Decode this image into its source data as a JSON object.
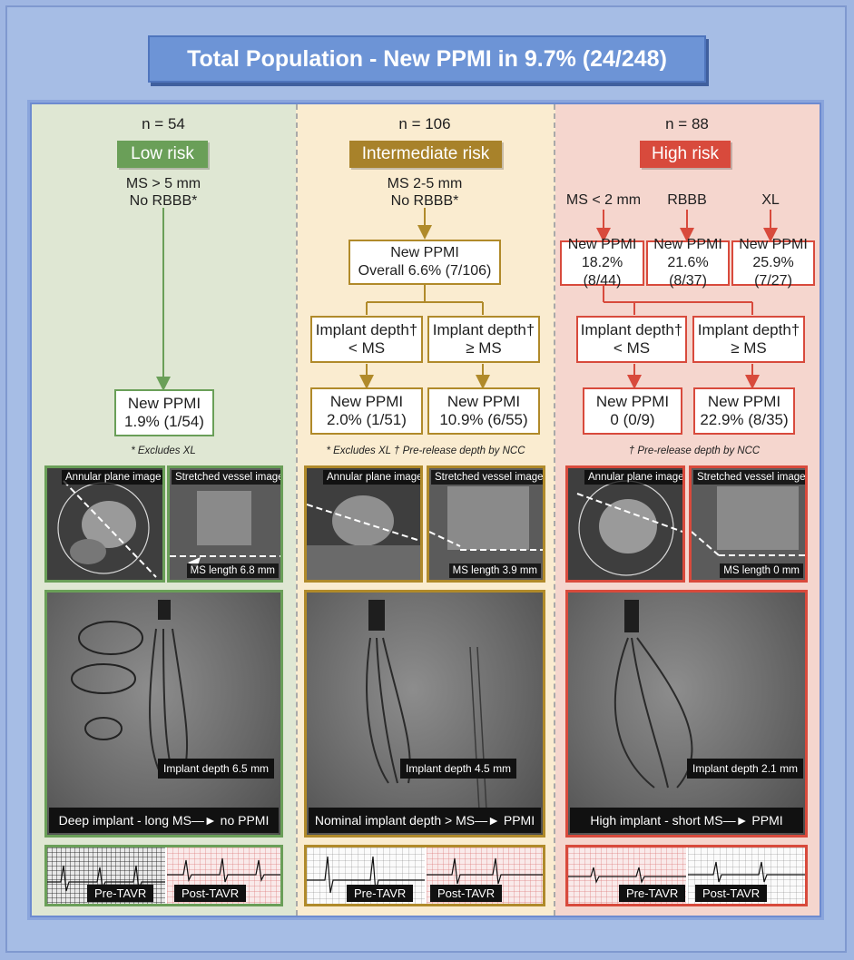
{
  "title": "Total Population - New PPMI in 9.7% (24/248)",
  "colors": {
    "low": "#6a9f58",
    "intermediate": "#b08a2a",
    "high": "#d84a3c"
  },
  "low": {
    "n": "n = 54",
    "risk": "Low risk",
    "criteria_1": "MS > 5 mm",
    "criteria_2": "No RBBB*",
    "result_1": "New PPMI",
    "result_2": "1.9% (1/54)",
    "note": "* Excludes XL",
    "ct_left": "Annular plane image",
    "ct_right": "Stretched vessel image",
    "ms_length": "MS length 6.8 mm",
    "implant_depth": "Implant depth 6.5 mm",
    "caption": "Deep implant - long MS—► no PPMI",
    "pre": "Pre-TAVR",
    "post": "Post-TAVR"
  },
  "intermediate": {
    "n": "n = 106",
    "risk": "Intermediate risk",
    "criteria_1": "MS 2-5 mm",
    "criteria_2": "No RBBB*",
    "overall_1": "New PPMI",
    "overall_2": "Overall 6.6% (7/106)",
    "split_left_1": "Implant depth†",
    "split_left_2": "< MS",
    "split_right_1": "Implant depth†",
    "split_right_2": "≥ MS",
    "result_left_1": "New PPMI",
    "result_left_2": "2.0% (1/51)",
    "result_right_1": "New PPMI",
    "result_right_2": "10.9% (6/55)",
    "note": "* Excludes XL   † Pre-release depth by NCC",
    "ct_left": "Annular plane image",
    "ct_right": "Stretched vessel image",
    "ms_length": "MS length 3.9 mm",
    "implant_depth": "Implant depth 4.5 mm",
    "caption": "Nominal implant depth > MS—► PPMI",
    "pre": "Pre-TAVR",
    "post": "Post-TAVR"
  },
  "high": {
    "n": "n = 88",
    "risk": "High risk",
    "crit_a": "MS < 2 mm",
    "crit_b": "RBBB",
    "crit_c": "XL",
    "res_a_1": "New PPMI",
    "res_a_2": "18.2% (8/44)",
    "res_b_1": "New PPMI",
    "res_b_2": "21.6% (8/37)",
    "res_c_1": "New PPMI",
    "res_c_2": "25.9% (7/27)",
    "split_left_1": "Implant depth†",
    "split_left_2": "< MS",
    "split_right_1": "Implant depth†",
    "split_right_2": "≥ MS",
    "result_left_1": "New PPMI",
    "result_left_2": "0 (0/9)",
    "result_right_1": "New PPMI",
    "result_right_2": "22.9% (8/35)",
    "note": "† Pre-release depth by NCC",
    "ct_left": "Annular plane image",
    "ct_right": "Stretched vessel image",
    "ms_length": "MS length 0 mm",
    "implant_depth": "Implant depth 2.1 mm",
    "caption": "High implant - short MS—► PPMI",
    "pre": "Pre-TAVR",
    "post": "Post-TAVR"
  }
}
